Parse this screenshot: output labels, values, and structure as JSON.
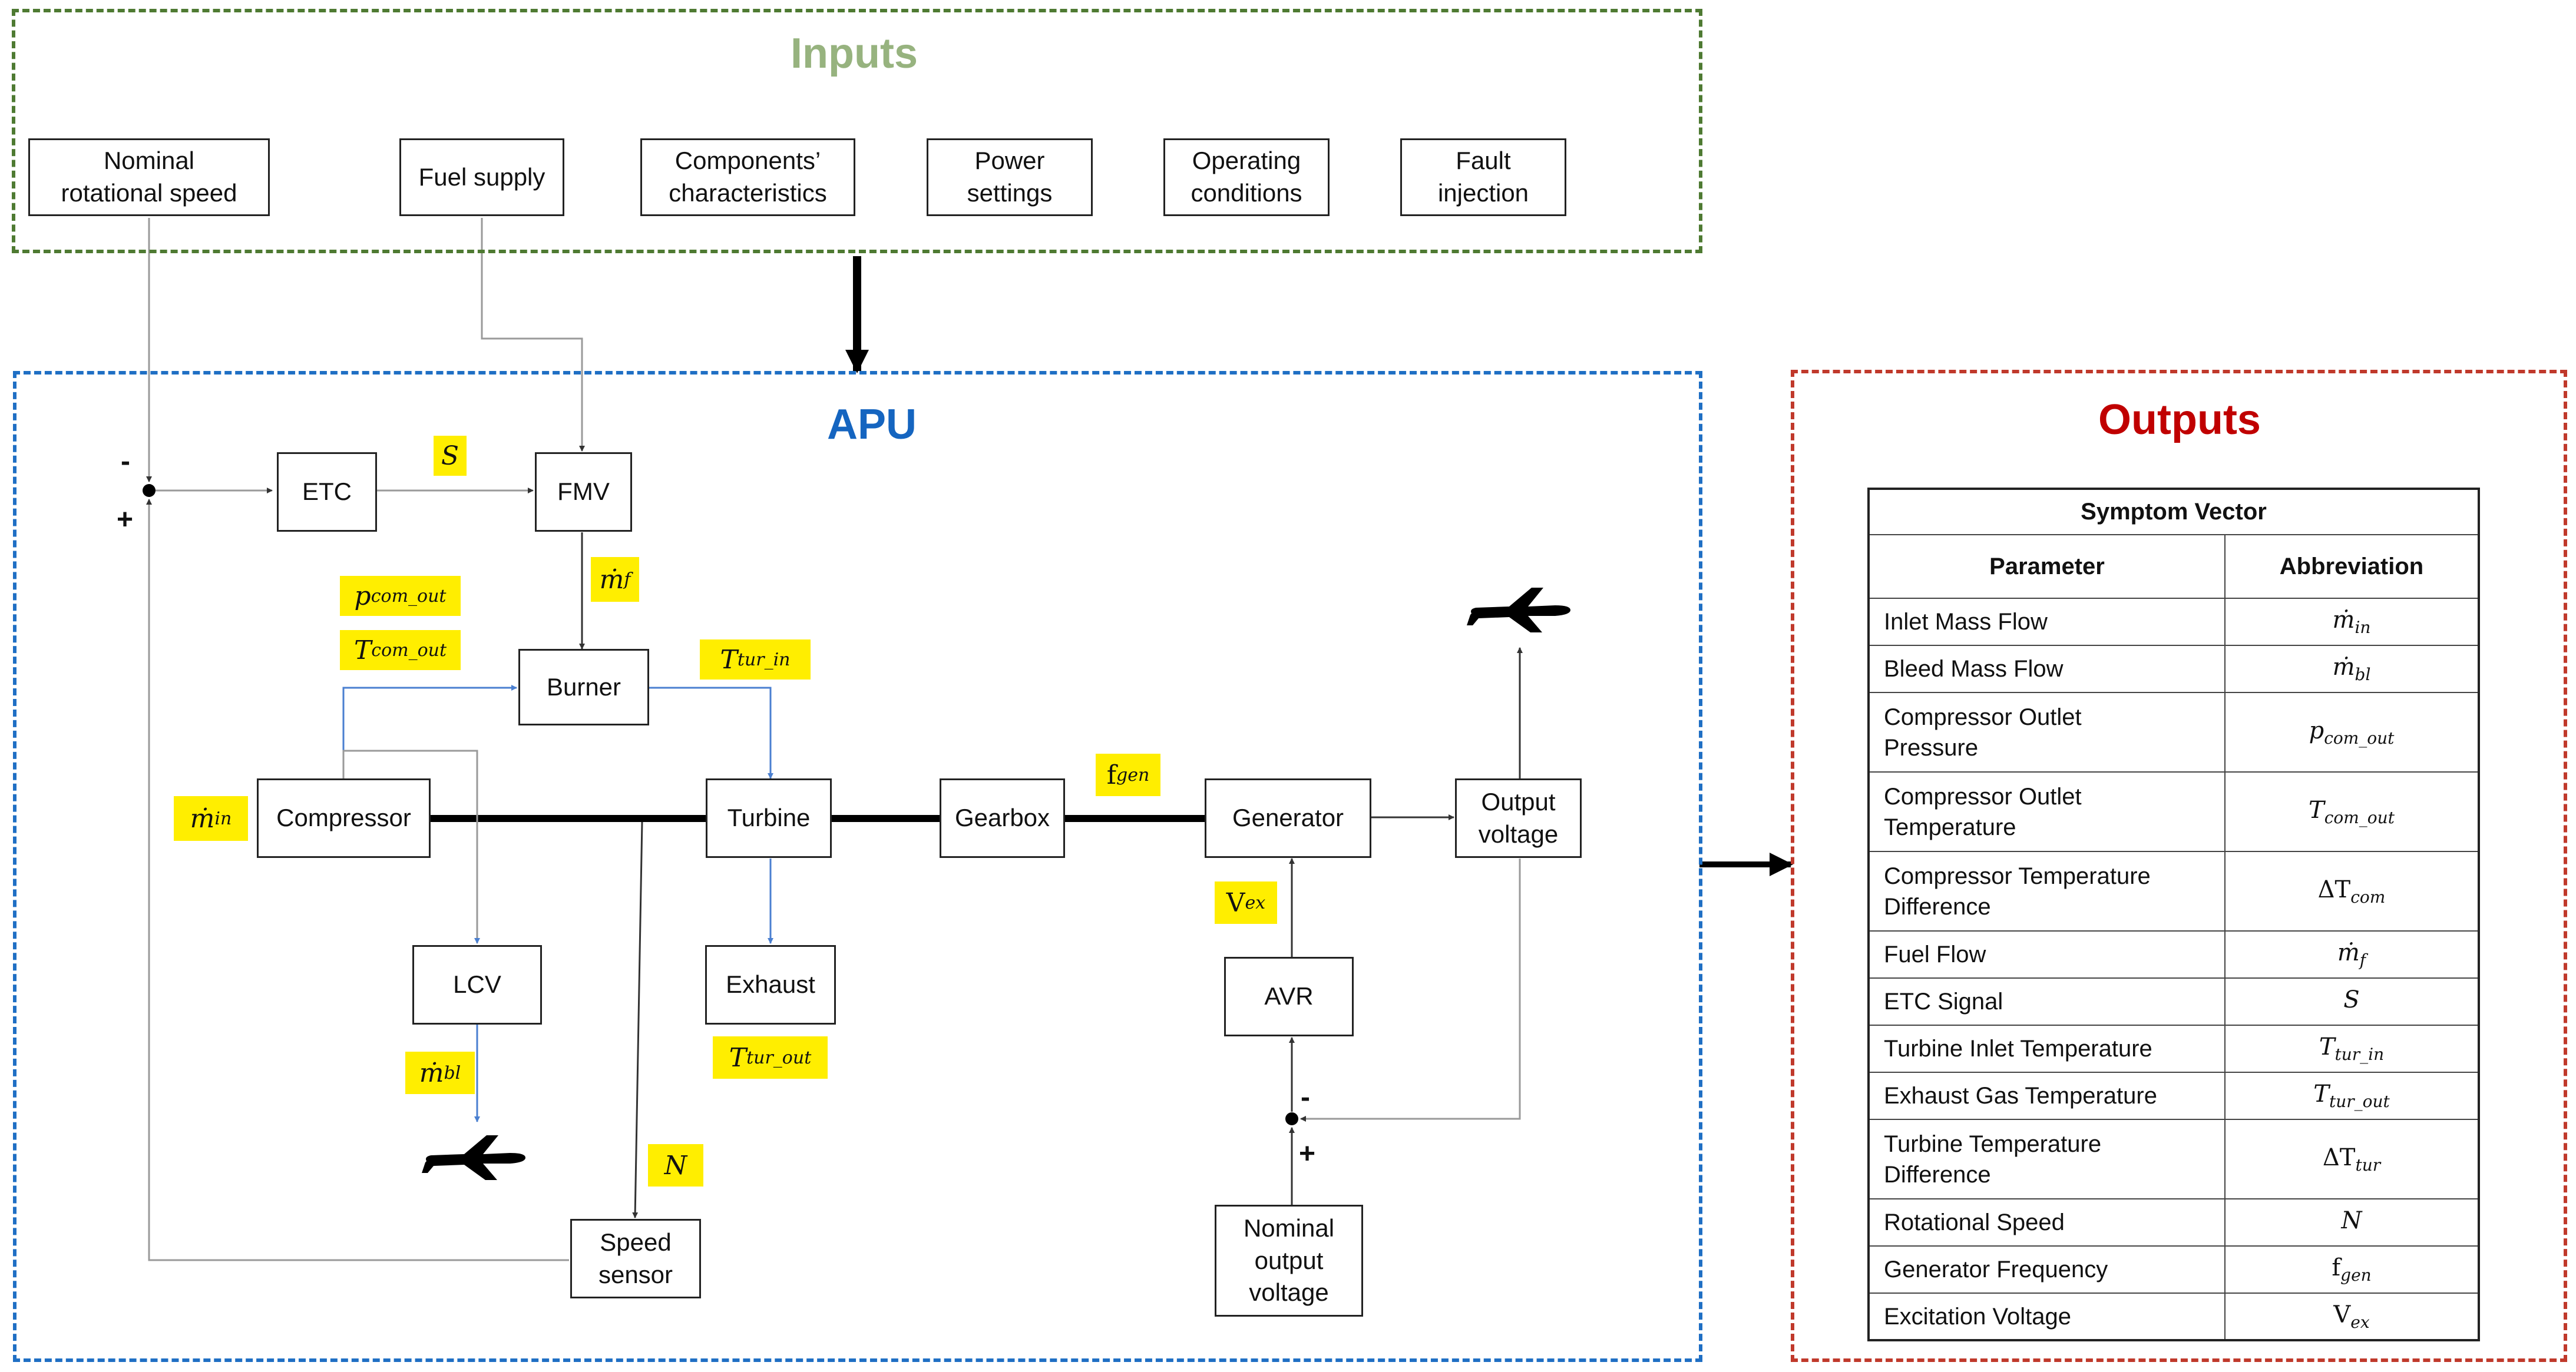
{
  "inputs": {
    "title": "Inputs",
    "items": [
      "Nominal\nrotational speed",
      "Fuel supply",
      "Components’\ncharacteristics",
      "Power\nsettings",
      "Operating\nconditions",
      "Fault\ninjection"
    ]
  },
  "apu": {
    "title": "APU",
    "blocks": {
      "etc": "ETC",
      "fmv": "FMV",
      "burner": "Burner",
      "compressor": "Compressor",
      "turbine": "Turbine",
      "gearbox": "Gearbox",
      "generator": "Generator",
      "output_voltage": "Output\nvoltage",
      "lcv": "LCV",
      "exhaust": "Exhaust",
      "avr": "AVR",
      "speed_sensor": "Speed\nsensor",
      "nominal_output_voltage": "Nominal\noutput\nvoltage"
    },
    "signals": {
      "s": {
        "base": "S",
        "sub": ""
      },
      "mdot_f": {
        "base": "ṁ",
        "sub": "f"
      },
      "p_com_out": {
        "base": "p",
        "sub": "com_out"
      },
      "t_com_out": {
        "base": "T",
        "sub": "com_out"
      },
      "t_tur_in": {
        "base": "T",
        "sub": "tur_in"
      },
      "mdot_in": {
        "base": "ṁ",
        "sub": "in"
      },
      "f_gen": {
        "base": "f",
        "sub": "gen"
      },
      "v_ex": {
        "base": "V",
        "sub": "ex"
      },
      "mdot_bl": {
        "base": "ṁ",
        "sub": "bl"
      },
      "t_tur_out": {
        "base": "T",
        "sub": "tur_out"
      },
      "n": {
        "base": "N",
        "sub": ""
      }
    },
    "summing_signs": {
      "speed_minus": "-",
      "speed_plus": "+",
      "voltage_minus": "-",
      "voltage_plus": "+"
    }
  },
  "outputs": {
    "title": "Outputs",
    "table": {
      "caption": "Symptom Vector",
      "col_parameter": "Parameter",
      "col_abbreviation": "Abbreviation",
      "rows": [
        {
          "parameter": "Inlet Mass Flow",
          "base": "ṁ",
          "sub": "in"
        },
        {
          "parameter": "Bleed Mass Flow",
          "base": "ṁ",
          "sub": "bl"
        },
        {
          "parameter": "Compressor Outlet\nPressure",
          "base": "p",
          "sub": "com_out"
        },
        {
          "parameter": "Compressor Outlet\nTemperature",
          "base": "T",
          "sub": "com_out"
        },
        {
          "parameter": "Compressor Temperature\nDifference",
          "base": "ΔT",
          "sub": "com"
        },
        {
          "parameter": "Fuel Flow",
          "base": "ṁ",
          "sub": "f"
        },
        {
          "parameter": "ETC Signal",
          "base": "S",
          "sub": ""
        },
        {
          "parameter": "Turbine Inlet Temperature",
          "base": "T",
          "sub": "tur_in"
        },
        {
          "parameter": "Exhaust Gas Temperature",
          "base": "T",
          "sub": "tur_out"
        },
        {
          "parameter": "Turbine Temperature\nDifference",
          "base": "ΔT",
          "sub": "tur"
        },
        {
          "parameter": "Rotational Speed",
          "base": "N",
          "sub": ""
        },
        {
          "parameter": "Generator Frequency",
          "base": "f",
          "sub": "gen"
        },
        {
          "parameter": "Excitation Voltage",
          "base": "V",
          "sub": "ex"
        }
      ]
    }
  },
  "colors": {
    "inputs_frame": "#4e7a32",
    "inputs_title": "#97b37f",
    "apu_frame": "#1f6fc4",
    "apu_title": "#1565c0",
    "outputs_frame": "#c0392b",
    "outputs_title": "#c00000",
    "highlight": "#ffee00",
    "signal_line": "#4a7fd0",
    "feedback_line": "#9a9a9a"
  },
  "icons": {
    "plane": "airplane-silhouette-icon"
  }
}
